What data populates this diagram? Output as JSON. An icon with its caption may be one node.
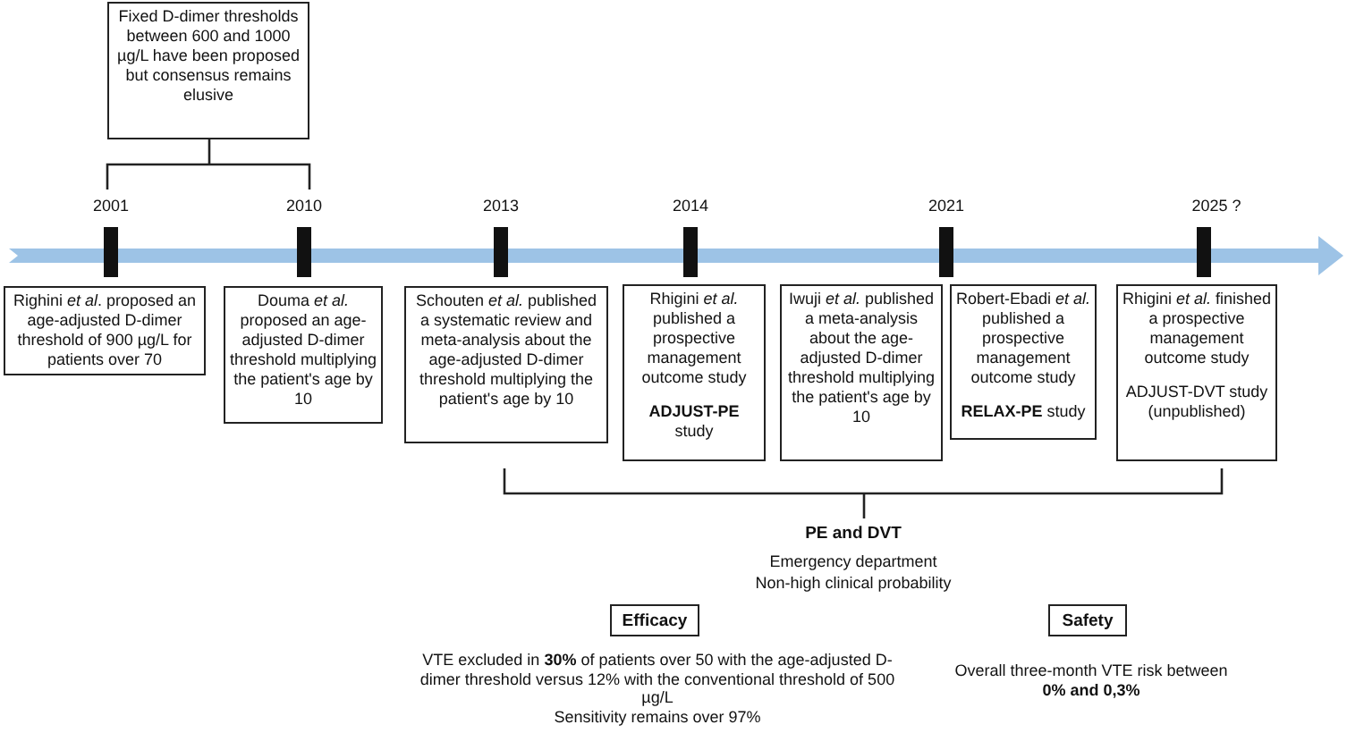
{
  "diagram": {
    "nodes": [
      {
        "text": [
          "Fixed D-dimer thresholds between 600 and 1000 µg/L have been proposed but consensus remains elusive"
        ]
      },
      {
        "text": [
          "Righini *et al*. proposed an age-adjusted D-dimer threshold of 900 µg/L for patients over 70"
        ]
      },
      {
        "text": [
          "Douma *et al.* proposed an age-adjusted D-dimer threshold multiplying the patient's age by 10"
        ]
      },
      {
        "text": [
          "Schouten *et al.* published a systematic review and meta-analysis about the age-adjusted D-dimer threshold multiplying the patient's age by 10"
        ]
      },
      {
        "text": [
          "Rhigini *et al.* published a prospective management outcome study",
          "**ADJUST-PE** study"
        ]
      },
      {
        "text": [
          "Iwuji *et al.* published a meta-analysis about the age-adjusted D-dimer threshold multiplying the patient's age by 10"
        ]
      },
      {
        "text": [
          "Robert-Ebadi *et al.* published a prospective management outcome study",
          "**RELAX-PE** study"
        ]
      },
      {
        "text": [
          "Rhigini *et al.* finished a prospective management outcome study",
          "ADJUST-DVT study (unpublished)"
        ]
      },
      {
        "text": [
          "Efficacy"
        ],
        "beside": [
          "VTE excluded in **30%** of patients over 50 with the age-adjusted D-dimer threshold versus 12% with the conventional threshold of 500 µg/L",
          "Sensitivity remains over 97%"
        ]
      },
      {
        "text": [
          "Safety"
        ],
        "beside": [
          "Overall three-month VTE risk between **0% and 0,3%**"
        ]
      }
    ],
    "edges": [],
    "labels": [
      "2001",
      "2010",
      "2013",
      "2014",
      "2021",
      "2025 ?",
      "PE and DVT",
      "Emergency department",
      "Non-high clinical probability"
    ]
  }
}
